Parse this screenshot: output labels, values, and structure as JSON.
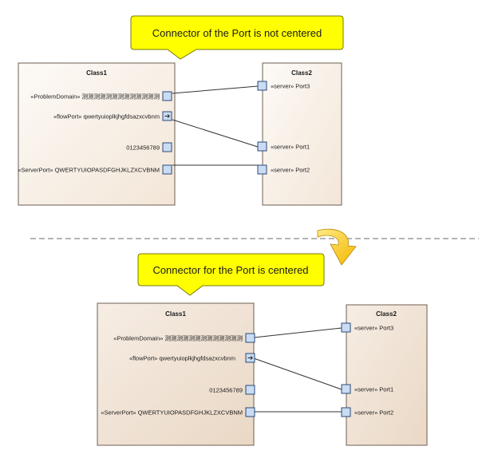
{
  "callouts": {
    "top": "Connector of the Port is not centered",
    "bottom": "Connector for the Port is centered"
  },
  "diagram_top": {
    "class1": {
      "name": "Class1",
      "ports": [
        "«ProblemDomain» 测测测测测测测测测测测测测",
        "«flowPort» qwertyuioplkjhgfdsazxcvbnm",
        "0123456789",
        "«ServerPort» QWERTYUIOPASDFGHJKLZXCVBNM"
      ]
    },
    "class2": {
      "name": "Class2",
      "ports": [
        "«server» Port3",
        "«server» Port1",
        "«server» Port2"
      ]
    }
  },
  "diagram_bottom": {
    "class1": {
      "name": "Class1",
      "ports": [
        "«ProblemDomain» 测测测测测测测测测测测测测",
        "«flowPort» qwertyuioplkjhgfdsazxcvbnm",
        "0123456789",
        "«ServerPort» QWERTYUIOPASDFGHJKLZXCVBNM"
      ]
    },
    "class2": {
      "name": "Class2",
      "ports": [
        "«server» Port3",
        "«server» Port1",
        "«server» Port2"
      ]
    }
  },
  "colors": {
    "class_fill_top": "#fbf5ef",
    "class_fill_bottom": "#f2e6da",
    "class_border": "#6e5f52",
    "port_fill": "#c9dcf3",
    "port_border": "#2b4a77",
    "callout_fill": "#ffff00",
    "callout_border": "#7a7a00",
    "arrow_fill": "#ffd21e",
    "connector": "#333333",
    "separator": "#6a6a6a"
  }
}
